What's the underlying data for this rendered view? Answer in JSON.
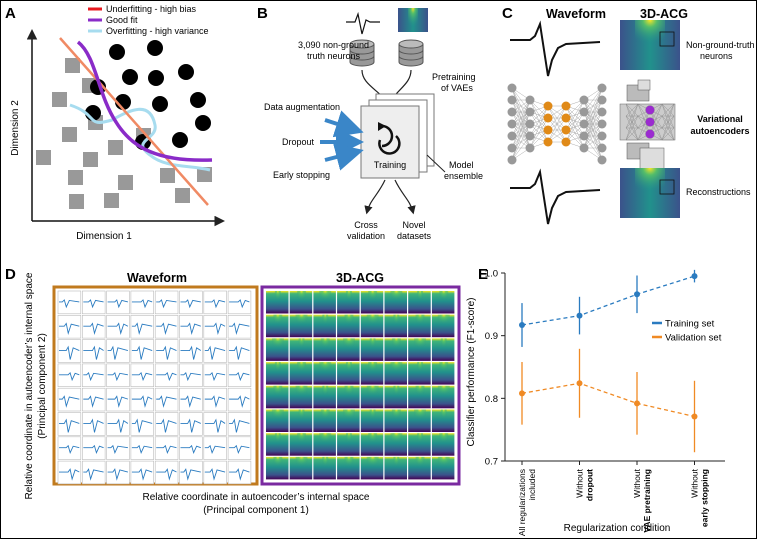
{
  "panels": {
    "a": {
      "letter": "A",
      "legend": [
        "Underfitting - high bias",
        "Good fit",
        "Overfitting - high variance"
      ],
      "colors": {
        "underfit": "#e8191f",
        "goodfit": "#8a2bc8",
        "overfit": "#a7dcef",
        "line": "#f08a64"
      },
      "xlabel": "Dimension 1",
      "ylabel": "Dimension 2"
    },
    "b": {
      "letter": "B",
      "neurons": "3,090 non-ground truth neurons",
      "pretraining": "Pretraining of VAEs",
      "inputs": [
        "Data augmentation",
        "Dropout",
        "Early stopping"
      ],
      "training": "Training",
      "ensemble": "Model ensemble",
      "outputs": [
        "Cross validation",
        "Novel datasets"
      ]
    },
    "c": {
      "letter": "C",
      "col_waveform": "Waveform",
      "col_acg": "3D-ACG",
      "label_top": "Non-ground-truth neurons",
      "label_mid": "Variational autoencoders",
      "label_bottom": "Reconstructions"
    },
    "d": {
      "letter": "D",
      "title_waveform": "Waveform",
      "title_acg": "3D-ACG",
      "xlabel": "Relative coordinate in autoencoder's internal space (Principal component 1)",
      "ylabel": "Relative coordinate in autoencoder's internal space (Principal component 2)",
      "colors": {
        "waveform_border": "#c07a1e",
        "acg_border": "#7a2aa0",
        "trace": "#2a7bc0"
      }
    },
    "e": {
      "letter": "E",
      "ylabel": "Classifier performance (F1-score)",
      "xlabel": "Regularization condition",
      "legend": [
        "Training set",
        "Validation set"
      ]
    }
  },
  "chart_data": {
    "type": "line",
    "categories": [
      "All regularizations included",
      "Without dropout",
      "Without VAE pretraining",
      "Without early stopping"
    ],
    "series": [
      {
        "name": "Training set",
        "color": "#2a7bc0",
        "values": [
          0.917,
          0.932,
          0.966,
          0.995
        ],
        "err": [
          0.035,
          0.03,
          0.03,
          0.01
        ]
      },
      {
        "name": "Validation set",
        "color": "#f08a24",
        "values": [
          0.808,
          0.824,
          0.792,
          0.771
        ],
        "err": [
          0.05,
          0.055,
          0.05,
          0.057
        ]
      }
    ],
    "ylim": [
      0.7,
      1.0
    ],
    "yticks": [
      "0.7",
      "0.8",
      "0.9",
      "1.0"
    ],
    "xlabel": "Regularization condition",
    "ylabel": "Classifier performance (F1-score)",
    "tick_labels": [
      [
        "All regularizations",
        "included"
      ],
      [
        "Without",
        "dropout"
      ],
      [
        "Without",
        "VAE pretraining"
      ],
      [
        "Without",
        "early stopping"
      ]
    ],
    "legend_position": "right"
  }
}
